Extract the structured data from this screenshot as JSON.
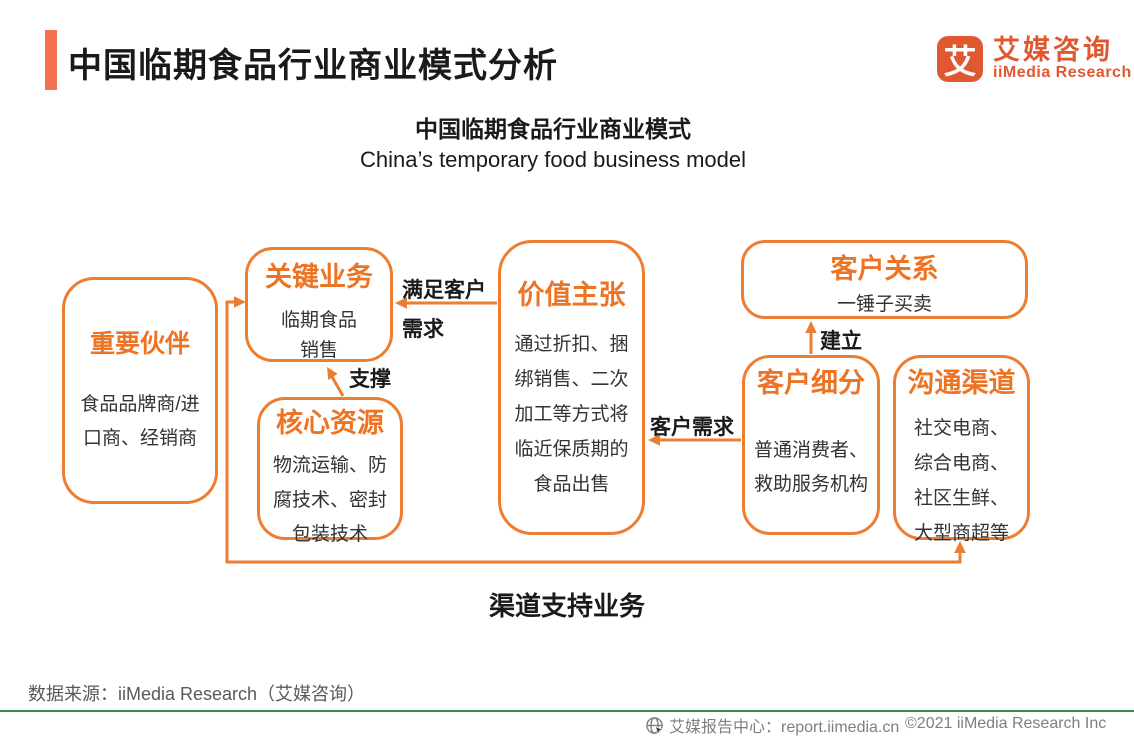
{
  "header": {
    "title": "中国临期食品行业商业模式分析",
    "logo": {
      "mark": "艾",
      "name_zh": "艾媒咨询",
      "name_en": "iiMedia Research"
    }
  },
  "subtitle": {
    "zh": "中国临期食品行业商业模式",
    "en": "China’s temporary food business model"
  },
  "diagram": {
    "boxes": {
      "partners": {
        "title": "重要伙伴",
        "body": "食品品牌商/进\n口商、经销商"
      },
      "key_business": {
        "title": "关键业务",
        "body": "临期食品\n销售"
      },
      "core_resources": {
        "title": "核心资源",
        "body": "物流运输、防\n腐技术、密封\n包装技术"
      },
      "value_proposition": {
        "title": "价值主张",
        "body": "通过折扣、捆\n绑销售、二次\n加工等方式将\n临近保质期的\n食品出售"
      },
      "customer_relationship": {
        "title": "客户关系",
        "body": "一锤子买卖"
      },
      "customer_segments": {
        "title": "客户细分",
        "body": "普通消费者、\n救助服务机构"
      },
      "channels": {
        "title": "沟通渠道",
        "body": "社交电商、\n综合电商、\n社区生鲜、\n大型商超等"
      }
    },
    "arrow_labels": {
      "satisfy": "满足客户\n需求",
      "support": "支撑",
      "demand": "客户需求",
      "establish": "建立",
      "channel_support": "渠道支持业务"
    }
  },
  "colors": {
    "diagram_orange": "#ed7d31",
    "logo_orange": "#e0582f",
    "accent_bar": "#f4704e",
    "divider_green": "#3e8e41",
    "body_text": "#333333",
    "footer_gray": "#7f7f7f"
  },
  "footer": {
    "source": "数据来源：iiMedia Research（艾媒咨询）",
    "report_center": "艾媒报告中心：report.iimedia.cn",
    "copyright": "©2021  iiMedia Research Inc"
  }
}
